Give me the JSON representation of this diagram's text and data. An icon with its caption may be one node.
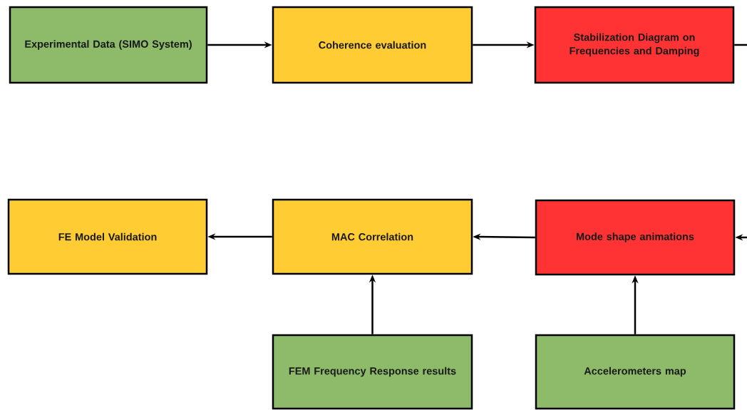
{
  "diagram": {
    "nodes": [
      {
        "text": [
          "Experimental Data (SIMO System)"
        ]
      },
      {
        "text": [
          "Coherence evaluation"
        ]
      },
      {
        "text": [
          "Stabilization Diagram on Frequencies and Damping"
        ]
      },
      {
        "text": [
          "FE Model Validation"
        ]
      },
      {
        "text": [
          "MAC Correlation"
        ]
      },
      {
        "text": [
          "Mode shape animations"
        ]
      },
      {
        "text": [
          "FEM Frequency Response results"
        ]
      },
      {
        "text": [
          "Accelerometers map"
        ]
      }
    ],
    "edges": [
      {
        "from": 0,
        "to": 1,
        "arrow": "to"
      },
      {
        "from": 1,
        "to": 2,
        "arrow": "to"
      },
      {
        "from": 2,
        "to": null,
        "arrow": "none"
      },
      {
        "from": null,
        "to": 5,
        "arrow": "to"
      },
      {
        "from": 5,
        "to": 4,
        "arrow": "to"
      },
      {
        "from": 4,
        "to": 3,
        "arrow": "to"
      },
      {
        "from": 6,
        "to": 4,
        "arrow": "to"
      },
      {
        "from": 7,
        "to": 5,
        "arrow": "to"
      }
    ]
  }
}
